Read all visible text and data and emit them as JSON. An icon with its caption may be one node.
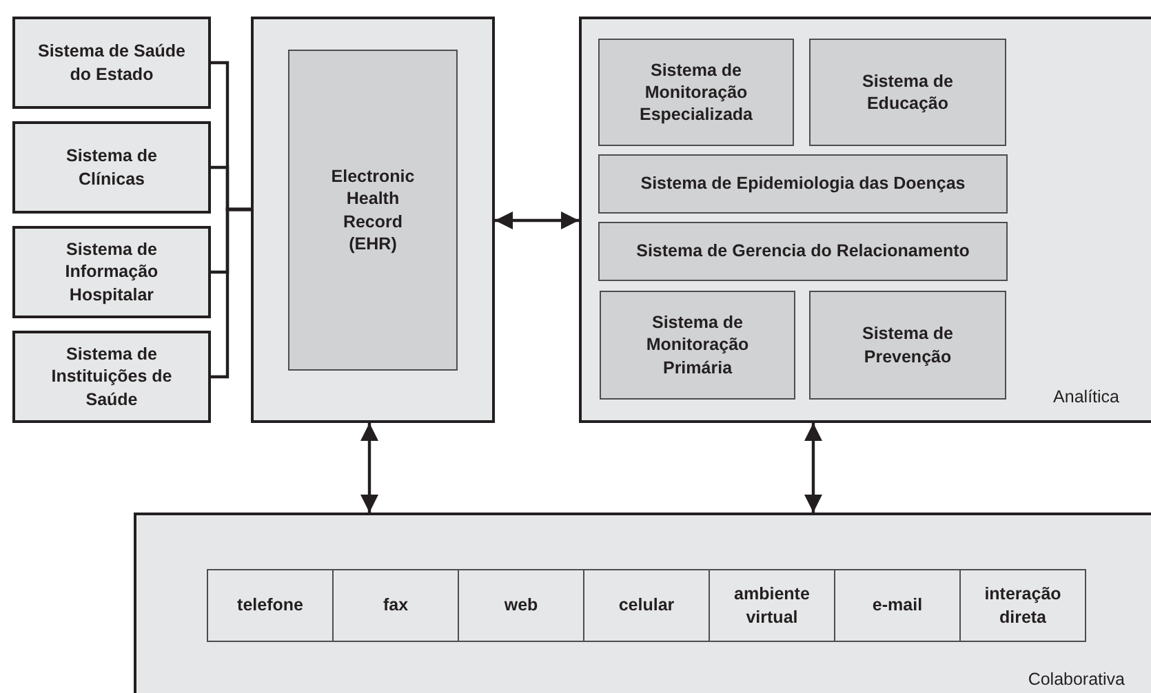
{
  "diagram": {
    "nodes": [
      {
        "text": [
          "Sistema de Saúde do Estado"
        ]
      },
      {
        "text": [
          "Sistema de Clínicas"
        ]
      },
      {
        "text": [
          "Sistema de Informação Hospitalar"
        ]
      },
      {
        "text": [
          "Sistema de Instituições de Saúde"
        ]
      },
      {
        "text": [],
        "shape": "box"
      },
      {
        "text": [
          "Electronic Health Record (EHR)"
        ],
        "in": 4
      },
      {
        "text": [
          "Analítica"
        ]
      },
      {
        "text": [
          "Sistema de Monitoração Especializada"
        ],
        "in": 6
      },
      {
        "text": [
          "Sistema de Educação"
        ],
        "in": 6
      },
      {
        "text": [
          "Sistema de Epidemiologia das Doenças"
        ],
        "in": 6
      },
      {
        "text": [
          "Sistema de Gerencia do Relacionamento"
        ],
        "in": 6
      },
      {
        "text": [
          "Sistema de Monitoração Primária"
        ],
        "in": 6
      },
      {
        "text": [
          "Sistema de Prevenção"
        ],
        "in": 6
      },
      {
        "text": [
          "Colaborativa"
        ]
      },
      {
        "text": [
          "telefone"
        ],
        "in": 13
      },
      {
        "text": [
          "fax"
        ],
        "in": 13
      },
      {
        "text": [
          "web"
        ],
        "in": 13
      },
      {
        "text": [
          "celular"
        ],
        "in": 13
      },
      {
        "text": [
          "ambiente virtual"
        ],
        "in": 13
      },
      {
        "text": [
          "e-mail"
        ],
        "in": 13
      },
      {
        "text": [
          "interação direta"
        ],
        "in": 13
      }
    ],
    "edges": [
      {
        "from": 0,
        "to": 4,
        "arrow": "none"
      },
      {
        "from": 1,
        "to": 4,
        "arrow": "none"
      },
      {
        "from": 2,
        "to": 4,
        "arrow": "none"
      },
      {
        "from": 3,
        "to": 4,
        "arrow": "none"
      },
      {
        "from": 4,
        "to": 6,
        "arrow": "both"
      },
      {
        "from": 4,
        "to": 13,
        "arrow": "both"
      },
      {
        "from": 6,
        "to": 13,
        "arrow": "both"
      }
    ]
  }
}
